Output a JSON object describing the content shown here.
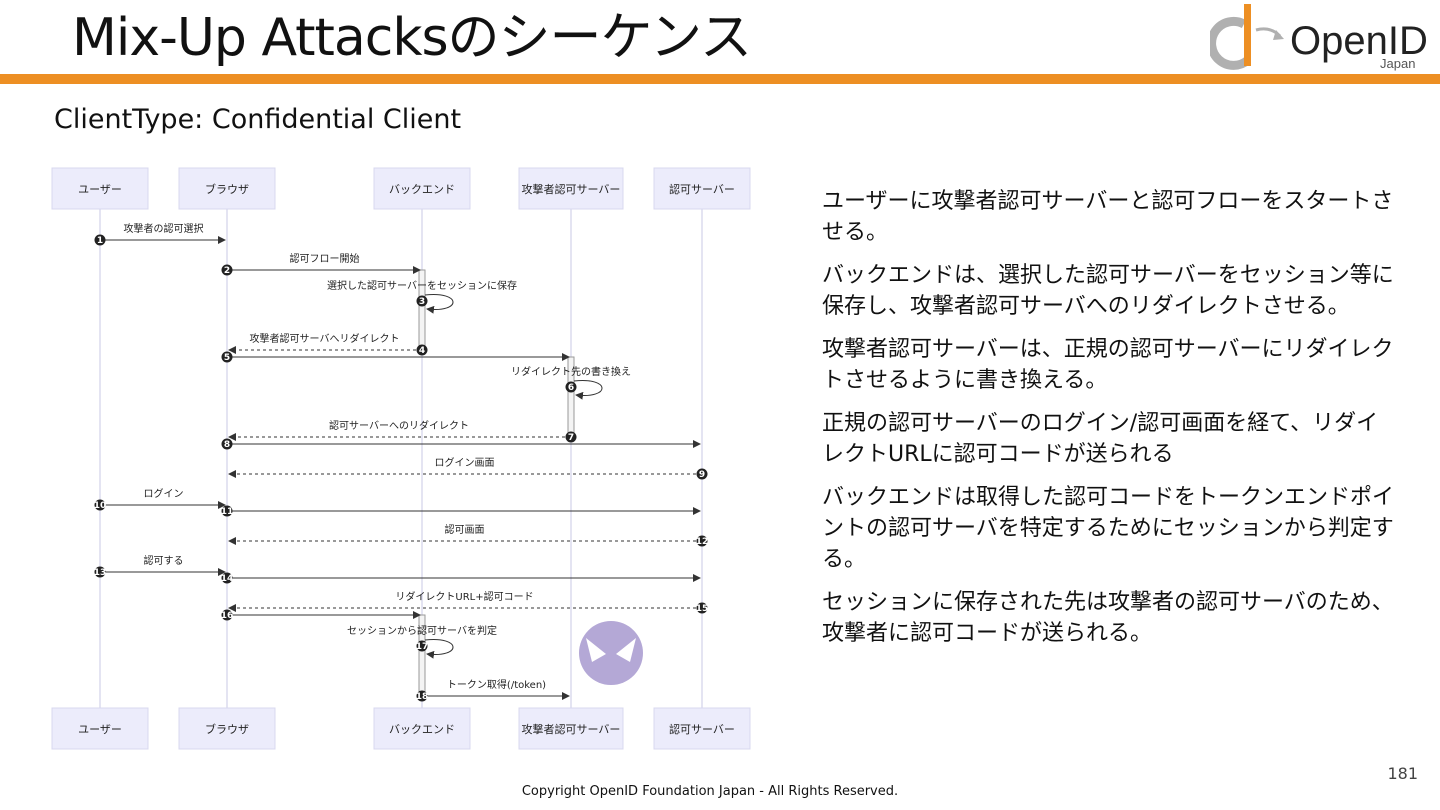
{
  "slide": {
    "title": "Mix-Up Attacksのシーケンス",
    "subtitle": "ClientType: Confidential Client",
    "page_number": "181",
    "copyright": "Copyright OpenID Foundation Japan - All Rights Reserved."
  },
  "logo": {
    "text": "OpenID",
    "subtext": "Japan"
  },
  "colors": {
    "accent_bar": "#ed8f23",
    "actor_fill": "#ececfb",
    "attacker_icon": "#b4a8d6"
  },
  "diagram": {
    "actors": [
      "ユーザー",
      "ブラウザ",
      "バックエンド",
      "攻撃者認可サーバー",
      "認可サーバー"
    ],
    "messages": [
      {
        "num": "1",
        "from": 0,
        "to": 1,
        "label": "攻撃者の認可選択",
        "style": "solid"
      },
      {
        "num": "2",
        "from": 1,
        "to": 2,
        "label": "認可フロー開始",
        "style": "solid"
      },
      {
        "num": "3",
        "from": 2,
        "to": 2,
        "label": "選択した認可サーバーをセッションに保存",
        "style": "self"
      },
      {
        "num": "4",
        "from": 2,
        "to": 1,
        "label": "攻撃者認可サーバへリダイレクト",
        "style": "dashed"
      },
      {
        "num": "5",
        "from": 1,
        "to": 3,
        "label": "",
        "style": "solid"
      },
      {
        "num": "6",
        "from": 3,
        "to": 3,
        "label": "リダイレクト先の書き換え",
        "style": "self"
      },
      {
        "num": "7",
        "from": 3,
        "to": 1,
        "label": "認可サーバーへのリダイレクト",
        "style": "dashed"
      },
      {
        "num": "8",
        "from": 1,
        "to": 4,
        "label": "",
        "style": "solid"
      },
      {
        "num": "9",
        "from": 4,
        "to": 1,
        "label": "ログイン画面",
        "style": "dashed"
      },
      {
        "num": "10",
        "from": 0,
        "to": 1,
        "label": "ログイン",
        "style": "solid"
      },
      {
        "num": "11",
        "from": 1,
        "to": 4,
        "label": "",
        "style": "solid"
      },
      {
        "num": "12",
        "from": 4,
        "to": 1,
        "label": "認可画面",
        "style": "dashed"
      },
      {
        "num": "13",
        "from": 0,
        "to": 1,
        "label": "認可する",
        "style": "solid"
      },
      {
        "num": "14",
        "from": 1,
        "to": 4,
        "label": "",
        "style": "solid"
      },
      {
        "num": "15",
        "from": 4,
        "to": 1,
        "label": "リダイレクトURL+認可コード",
        "style": "dashed"
      },
      {
        "num": "16",
        "from": 1,
        "to": 2,
        "label": "",
        "style": "solid"
      },
      {
        "num": "17",
        "from": 2,
        "to": 2,
        "label": "セッションから認可サーバを判定",
        "style": "self"
      },
      {
        "num": "18",
        "from": 2,
        "to": 3,
        "label": "トークン取得(/token)",
        "style": "solid"
      }
    ]
  },
  "description": [
    "ユーザーに攻撃者認可サーバーと認可フローをスタートさせる。",
    "バックエンドは、選択した認可サーバーをセッション等に保存し、攻撃者認可サーバへのリダイレクトさせる。",
    "攻撃者認可サーバーは、正規の認可サーバーにリダイレクトさせるように書き換える。",
    "正規の認可サーバーのログイン/認可画面を経て、リダイレクトURLに認可コードが送られる",
    "バックエンドは取得した認可コードをトークンエンドポイントの認可サーバを特定するためにセッションから判定する。",
    "セッションに保存された先は攻撃者の認可サーバのため、攻撃者に認可コードが送られる。"
  ]
}
